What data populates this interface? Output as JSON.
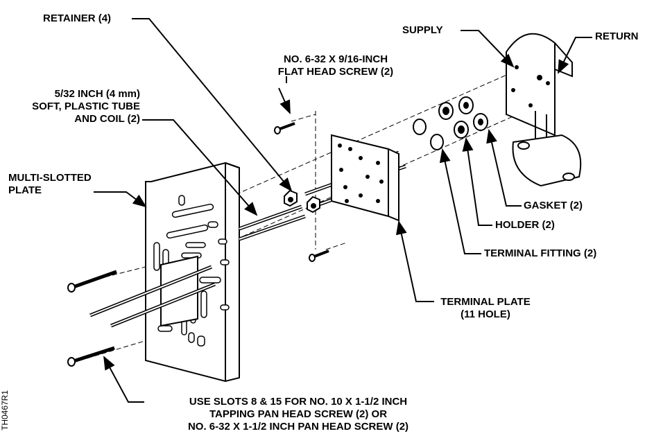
{
  "labels": {
    "retainer": "RETAINER (4)",
    "flat_screw_1": "NO. 6-32 X 9/16-INCH",
    "flat_screw_2": "FLAT HEAD SCREW (2)",
    "tube_1": "5/32 INCH (4 mm)",
    "tube_2": "SOFT, PLASTIC TUBE",
    "tube_3": "AND COIL (2)",
    "multi_1": "MULTI-SLOTTED",
    "multi_2": "PLATE",
    "supply": "SUPPLY",
    "return": "RETURN",
    "gasket": "GASKET (2)",
    "holder": "HOLDER (2)",
    "terminal_fitting": "TERMINAL FITTING (2)",
    "terminal_plate_1": "TERMINAL PLATE",
    "terminal_plate_2": "(11 HOLE)",
    "slots_1": "USE SLOTS 8 & 15 FOR NO. 10 X 1-1/2 INCH",
    "slots_2": "TAPPING PAN HEAD SCREW (2) OR",
    "slots_3": "NO. 6-32 X 1-1/2 INCH PAN HEAD SCREW (2)"
  },
  "drawing_number": "TH0467R1"
}
